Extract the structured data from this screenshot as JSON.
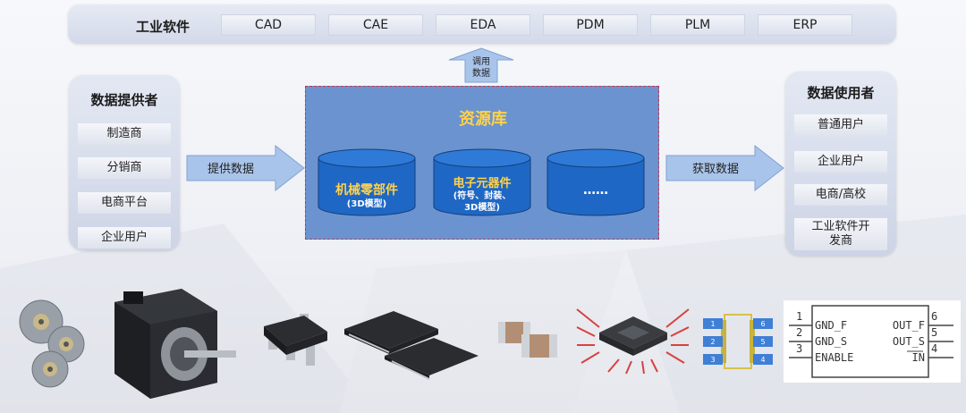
{
  "top": {
    "title": "工业软件",
    "buttons": [
      "CAD",
      "CAE",
      "EDA",
      "PDM",
      "PLM",
      "ERP"
    ]
  },
  "up_arrow": {
    "line1": "调用",
    "line2": "数据"
  },
  "providers": {
    "title": "数据提供者",
    "items": [
      "制造商",
      "分销商",
      "电商平台",
      "企业用户"
    ]
  },
  "users": {
    "title": "数据使用者",
    "items": [
      "普通用户",
      "企业用户",
      "电商/高校"
    ],
    "last_line1": "工业软件开",
    "last_line2": "发商"
  },
  "arrows": {
    "provide": "提供数据",
    "obtain": "获取数据"
  },
  "resource": {
    "title": "资源库",
    "cyl1_title": "机械零部件",
    "cyl1_sub": "(3D模型)",
    "cyl2_title": "电子元器件",
    "cyl2_sub1": "(符号、封装、",
    "cyl2_sub2": "3D模型)",
    "cyl3_title": "……"
  },
  "symbol": {
    "pins_left": [
      "1",
      "2",
      "3"
    ],
    "pins_right": [
      "6",
      "5",
      "4"
    ],
    "labels_left": [
      "GND_F",
      "GND_S",
      "ENABLE"
    ],
    "labels_right": [
      "OUT_F",
      "OUT_S",
      "IN"
    ],
    "footprint_left": [
      "1",
      "2",
      "3"
    ],
    "footprint_right": [
      "6",
      "5",
      "4"
    ]
  },
  "colors": {
    "accent_blue": "#6b93cf",
    "accent_yellow": "#ffd24a",
    "dashed_red": "#c8344a"
  }
}
